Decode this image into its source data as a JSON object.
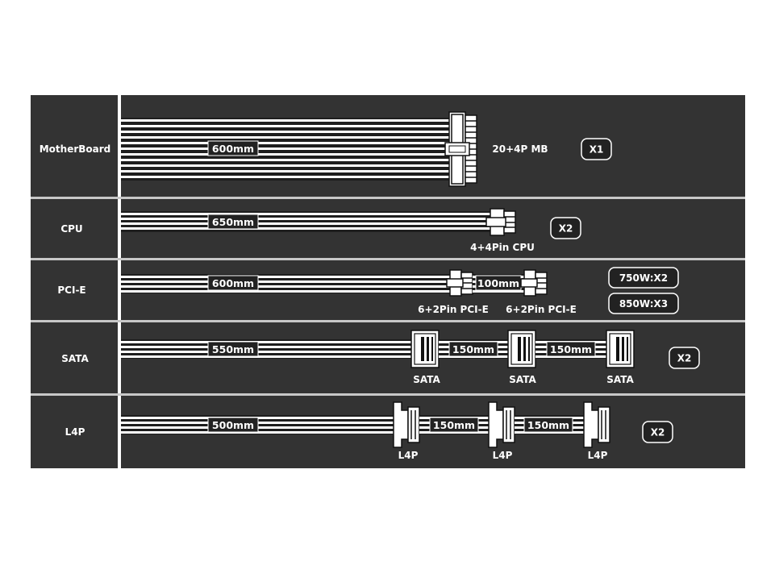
{
  "colors": {
    "background": "#ffffff",
    "panel": "#333333",
    "divider": "#c8c8c8",
    "wire": "#ffffff",
    "label_bg": "#222222"
  },
  "rows": [
    {
      "id": "motherboard",
      "label": "MotherBoard",
      "cable_length": "600mm",
      "connectors": [
        {
          "type": "mb24",
          "label": "20+4P MB"
        }
      ],
      "badges": [
        "X1"
      ]
    },
    {
      "id": "cpu",
      "label": "CPU",
      "cable_length": "650mm",
      "connectors": [
        {
          "type": "cpu8",
          "label": "4+4Pin CPU"
        }
      ],
      "badges": [
        "X2"
      ]
    },
    {
      "id": "pcie",
      "label": "PCI-E",
      "cable_length": "600mm",
      "connectors": [
        {
          "type": "pcie",
          "label": "6+2Pin PCI-E"
        },
        {
          "type": "pcie",
          "label": "6+2Pin PCI-E"
        }
      ],
      "segments": [
        "100mm"
      ],
      "badges": [
        "750W:X2",
        "850W:X3"
      ]
    },
    {
      "id": "sata",
      "label": "SATA",
      "cable_length": "550mm",
      "connectors": [
        {
          "type": "sata",
          "label": "SATA"
        },
        {
          "type": "sata",
          "label": "SATA"
        },
        {
          "type": "sata",
          "label": "SATA"
        }
      ],
      "segments": [
        "150mm",
        "150mm"
      ],
      "badges": [
        "X2"
      ]
    },
    {
      "id": "l4p",
      "label": "L4P",
      "cable_length": "500mm",
      "connectors": [
        {
          "type": "l4p",
          "label": "L4P"
        },
        {
          "type": "l4p",
          "label": "L4P"
        },
        {
          "type": "l4p",
          "label": "L4P"
        }
      ],
      "segments": [
        "150mm",
        "150mm"
      ],
      "badges": [
        "X2"
      ]
    }
  ]
}
